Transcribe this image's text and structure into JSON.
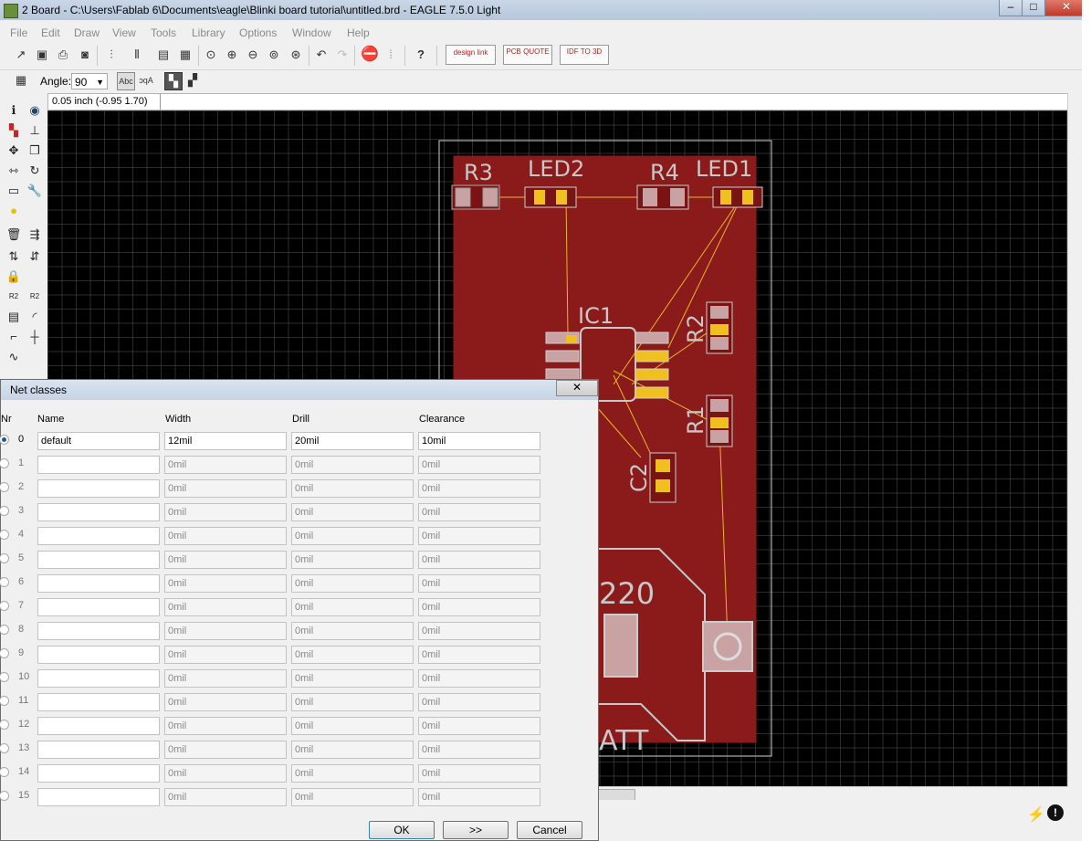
{
  "window": {
    "title": "2 Board - C:\\Users\\Fablab 6\\Documents\\eagle\\Blinki board tutorial\\untitled.brd - EAGLE 7.5.0 Light"
  },
  "menu": [
    "File",
    "Edit",
    "Draw",
    "View",
    "Tools",
    "Library",
    "Options",
    "Window",
    "Help"
  ],
  "toolbar": {
    "brand_buttons": [
      {
        "name": "design-link",
        "label": "design link"
      },
      {
        "name": "pcb-quote",
        "label": "PCB QUOTE"
      },
      {
        "name": "idf-to-3d",
        "label": "IDF TO 3D"
      }
    ],
    "angle_label": "Angle:",
    "angle_value": "90"
  },
  "coordinate_display": "0.05 inch (-0.95 1.70)",
  "board": {
    "labels": {
      "r3": "R3",
      "led2": "LED2",
      "r4": "R4",
      "led1": "LED1",
      "ic1": "IC1",
      "r2": "R2",
      "r1": "R1",
      "c2": "C2",
      "value_220": "220",
      "batt": "ATT"
    },
    "colors": {
      "board": "#8b1a1a",
      "pad": "#f0c020",
      "airwire": "#e8b820",
      "outline": "#cccccc",
      "text": "#c8c8c8"
    }
  },
  "net_classes_dialog": {
    "title": "Net classes",
    "headers": {
      "nr": "Nr",
      "name": "Name",
      "width": "Width",
      "drill": "Drill",
      "clearance": "Clearance"
    },
    "rows": [
      {
        "nr": "0",
        "name": "default",
        "width": "12mil",
        "drill": "20mil",
        "clearance": "10mil",
        "selected": true
      },
      {
        "nr": "1",
        "name": "",
        "width": "0mil",
        "drill": "0mil",
        "clearance": "0mil"
      },
      {
        "nr": "2",
        "name": "",
        "width": "0mil",
        "drill": "0mil",
        "clearance": "0mil"
      },
      {
        "nr": "3",
        "name": "",
        "width": "0mil",
        "drill": "0mil",
        "clearance": "0mil"
      },
      {
        "nr": "4",
        "name": "",
        "width": "0mil",
        "drill": "0mil",
        "clearance": "0mil"
      },
      {
        "nr": "5",
        "name": "",
        "width": "0mil",
        "drill": "0mil",
        "clearance": "0mil"
      },
      {
        "nr": "6",
        "name": "",
        "width": "0mil",
        "drill": "0mil",
        "clearance": "0mil"
      },
      {
        "nr": "7",
        "name": "",
        "width": "0mil",
        "drill": "0mil",
        "clearance": "0mil"
      },
      {
        "nr": "8",
        "name": "",
        "width": "0mil",
        "drill": "0mil",
        "clearance": "0mil"
      },
      {
        "nr": "9",
        "name": "",
        "width": "0mil",
        "drill": "0mil",
        "clearance": "0mil"
      },
      {
        "nr": "10",
        "name": "",
        "width": "0mil",
        "drill": "0mil",
        "clearance": "0mil"
      },
      {
        "nr": "11",
        "name": "",
        "width": "0mil",
        "drill": "0mil",
        "clearance": "0mil"
      },
      {
        "nr": "12",
        "name": "",
        "width": "0mil",
        "drill": "0mil",
        "clearance": "0mil"
      },
      {
        "nr": "13",
        "name": "",
        "width": "0mil",
        "drill": "0mil",
        "clearance": "0mil"
      },
      {
        "nr": "14",
        "name": "",
        "width": "0mil",
        "drill": "0mil",
        "clearance": "0mil"
      },
      {
        "nr": "15",
        "name": "",
        "width": "0mil",
        "drill": "0mil",
        "clearance": "0mil"
      }
    ],
    "buttons": {
      "ok": "OK",
      "more": ">>",
      "cancel": "Cancel"
    }
  }
}
